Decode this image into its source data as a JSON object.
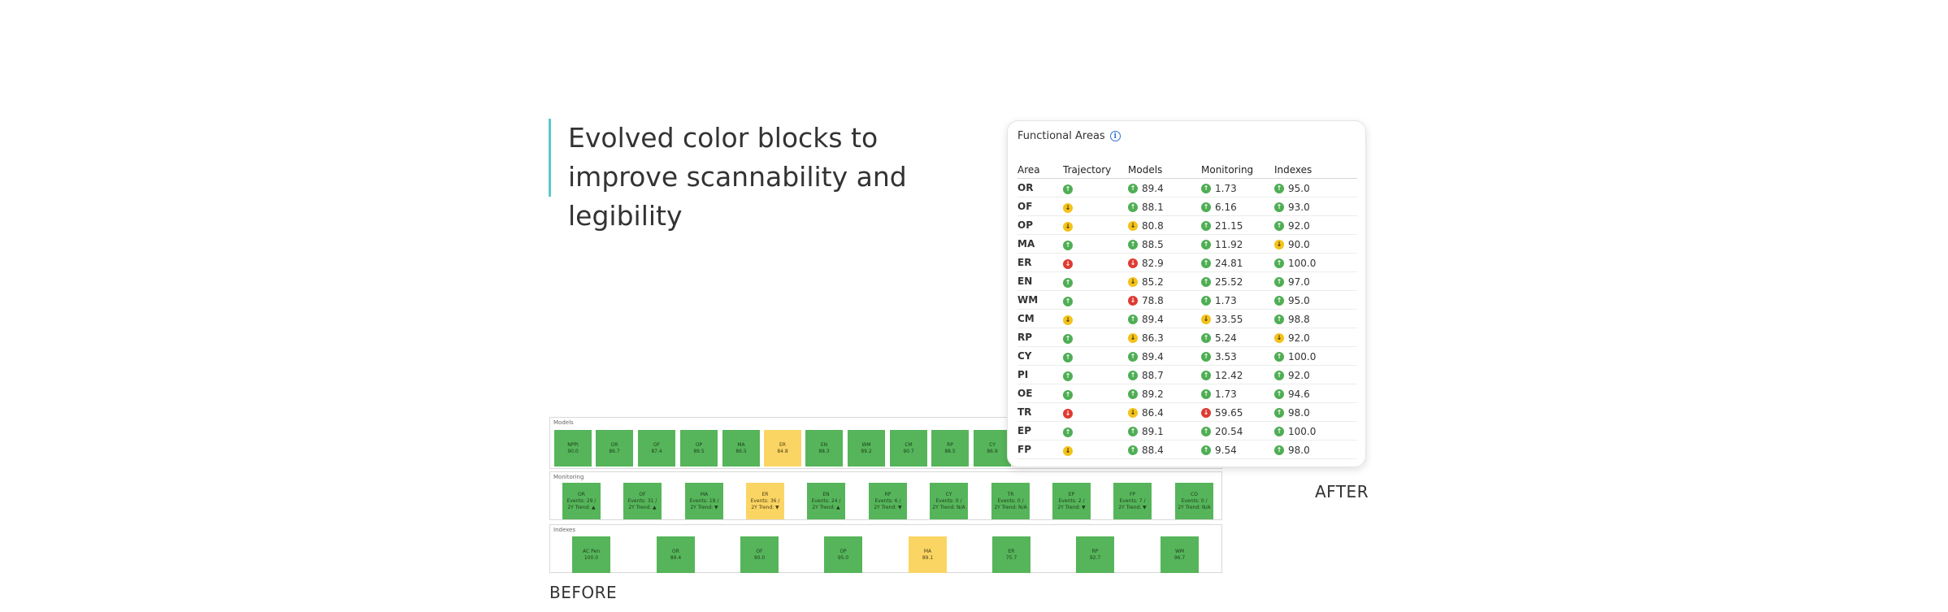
{
  "headline": "Evolved color blocks to improve scannability and legibility",
  "labels": {
    "before": "BEFORE",
    "after": "AFTER"
  },
  "colors": {
    "accent_line": "#5cc8cf",
    "green": "#56b55a",
    "yellow": "#fbd564",
    "red": "#de3b32",
    "info": "#2f6fd1"
  },
  "before": {
    "models": {
      "title": "Models",
      "blocks": [
        {
          "code": "NPPI",
          "value": "90.0",
          "color": "green"
        },
        {
          "code": "OR",
          "value": "86.7",
          "color": "green"
        },
        {
          "code": "OF",
          "value": "87.4",
          "color": "green"
        },
        {
          "code": "OP",
          "value": "89.5",
          "color": "green"
        },
        {
          "code": "MA",
          "value": "86.5",
          "color": "green"
        },
        {
          "code": "ER",
          "value": "84.8",
          "color": "yellow"
        },
        {
          "code": "EN",
          "value": "88.3",
          "color": "green"
        },
        {
          "code": "WM",
          "value": "89.2",
          "color": "green"
        },
        {
          "code": "CM",
          "value": "90.7",
          "color": "green"
        },
        {
          "code": "RP",
          "value": "88.5",
          "color": "green"
        },
        {
          "code": "CY",
          "value": "86.9",
          "color": "green"
        }
      ]
    },
    "monitoring": {
      "title": "Monitoring",
      "blocks": [
        {
          "code": "OR",
          "events": "Events: 29 /",
          "trend": "2Y Trend: ▲",
          "color": "green"
        },
        {
          "code": "OF",
          "events": "Events: 31 /",
          "trend": "2Y Trend: ▲",
          "color": "green"
        },
        {
          "code": "MA",
          "events": "Events: 19 /",
          "trend": "2Y Trend: ▼",
          "color": "green"
        },
        {
          "code": "ER",
          "events": "Events: 36 /",
          "trend": "2Y Trend: ▼",
          "color": "yellow"
        },
        {
          "code": "EN",
          "events": "Events: 24 /",
          "trend": "2Y Trend: ▲",
          "color": "green"
        },
        {
          "code": "RP",
          "events": "Events: 6 /",
          "trend": "2Y Trend: ▼",
          "color": "green"
        },
        {
          "code": "CY",
          "events": "Events: 0 /",
          "trend": "2Y Trend: N/A",
          "color": "green"
        },
        {
          "code": "TR",
          "events": "Events: 0 /",
          "trend": "2Y Trend: N/A",
          "color": "green"
        },
        {
          "code": "EP",
          "events": "Events: 2 /",
          "trend": "2Y Trend: ▼",
          "color": "green"
        },
        {
          "code": "FP",
          "events": "Events: 7 /",
          "trend": "2Y Trend: ▼",
          "color": "green"
        },
        {
          "code": "CO",
          "events": "Events: 0 /",
          "trend": "2Y Trend: N/A",
          "color": "green"
        }
      ]
    },
    "indexes": {
      "title": "Indexes",
      "blocks": [
        {
          "code": "AC Pen",
          "value": "100.0",
          "color": "green"
        },
        {
          "code": "OR",
          "value": "89.4",
          "color": "green"
        },
        {
          "code": "OF",
          "value": "90.0",
          "color": "green"
        },
        {
          "code": "OP",
          "value": "95.0",
          "color": "green"
        },
        {
          "code": "MA",
          "value": "89.1",
          "color": "yellow"
        },
        {
          "code": "ER",
          "value": "75.7",
          "color": "green"
        },
        {
          "code": "RP",
          "value": "92.7",
          "color": "green"
        },
        {
          "code": "WM",
          "value": "96.7",
          "color": "green"
        }
      ]
    }
  },
  "after": {
    "title": "Functional Areas",
    "info_icon": "info-icon",
    "columns": [
      "Area",
      "Trajectory",
      "Models",
      "Monitoring",
      "Indexes"
    ],
    "rows": [
      {
        "area": "OR",
        "trajectory": "up",
        "models": {
          "s": "up",
          "v": "89.4"
        },
        "monitoring": {
          "s": "up",
          "v": "1.73"
        },
        "indexes": {
          "s": "up",
          "v": "95.0"
        }
      },
      {
        "area": "OF",
        "trajectory": "down-y",
        "models": {
          "s": "up",
          "v": "88.1"
        },
        "monitoring": {
          "s": "up",
          "v": "6.16"
        },
        "indexes": {
          "s": "up",
          "v": "93.0"
        }
      },
      {
        "area": "OP",
        "trajectory": "down-y",
        "models": {
          "s": "down-y",
          "v": "80.8"
        },
        "monitoring": {
          "s": "up",
          "v": "21.15"
        },
        "indexes": {
          "s": "up",
          "v": "92.0"
        }
      },
      {
        "area": "MA",
        "trajectory": "up",
        "models": {
          "s": "up",
          "v": "88.5"
        },
        "monitoring": {
          "s": "up",
          "v": "11.92"
        },
        "indexes": {
          "s": "down-y",
          "v": "90.0"
        }
      },
      {
        "area": "ER",
        "trajectory": "down-r",
        "models": {
          "s": "down-r",
          "v": "82.9"
        },
        "monitoring": {
          "s": "up",
          "v": "24.81"
        },
        "indexes": {
          "s": "up",
          "v": "100.0"
        }
      },
      {
        "area": "EN",
        "trajectory": "up",
        "models": {
          "s": "down-y",
          "v": "85.2"
        },
        "monitoring": {
          "s": "up",
          "v": "25.52"
        },
        "indexes": {
          "s": "up",
          "v": "97.0"
        }
      },
      {
        "area": "WM",
        "trajectory": "up",
        "models": {
          "s": "down-r",
          "v": "78.8"
        },
        "monitoring": {
          "s": "up",
          "v": "1.73"
        },
        "indexes": {
          "s": "up",
          "v": "95.0"
        }
      },
      {
        "area": "CM",
        "trajectory": "down-y",
        "models": {
          "s": "up",
          "v": "89.4"
        },
        "monitoring": {
          "s": "down-y",
          "v": "33.55"
        },
        "indexes": {
          "s": "up",
          "v": "98.8"
        }
      },
      {
        "area": "RP",
        "trajectory": "up",
        "models": {
          "s": "down-y",
          "v": "86.3"
        },
        "monitoring": {
          "s": "up",
          "v": "5.24"
        },
        "indexes": {
          "s": "down-y",
          "v": "92.0"
        }
      },
      {
        "area": "CY",
        "trajectory": "up",
        "models": {
          "s": "up",
          "v": "89.4"
        },
        "monitoring": {
          "s": "up",
          "v": "3.53"
        },
        "indexes": {
          "s": "up",
          "v": "100.0"
        }
      },
      {
        "area": "PI",
        "trajectory": "up",
        "models": {
          "s": "up",
          "v": "88.7"
        },
        "monitoring": {
          "s": "up",
          "v": "12.42"
        },
        "indexes": {
          "s": "up",
          "v": "92.0"
        }
      },
      {
        "area": "OE",
        "trajectory": "up",
        "models": {
          "s": "up",
          "v": "89.2"
        },
        "monitoring": {
          "s": "up",
          "v": "1.73"
        },
        "indexes": {
          "s": "up",
          "v": "94.6"
        }
      },
      {
        "area": "TR",
        "trajectory": "down-r",
        "models": {
          "s": "down-y",
          "v": "86.4"
        },
        "monitoring": {
          "s": "down-r",
          "v": "59.65"
        },
        "indexes": {
          "s": "up",
          "v": "98.0"
        }
      },
      {
        "area": "EP",
        "trajectory": "up",
        "models": {
          "s": "up",
          "v": "89.1"
        },
        "monitoring": {
          "s": "up",
          "v": "20.54"
        },
        "indexes": {
          "s": "up",
          "v": "100.0"
        }
      },
      {
        "area": "FP",
        "trajectory": "down-y",
        "models": {
          "s": "up",
          "v": "88.4"
        },
        "monitoring": {
          "s": "up",
          "v": "9.54"
        },
        "indexes": {
          "s": "up",
          "v": "98.0"
        }
      }
    ]
  }
}
